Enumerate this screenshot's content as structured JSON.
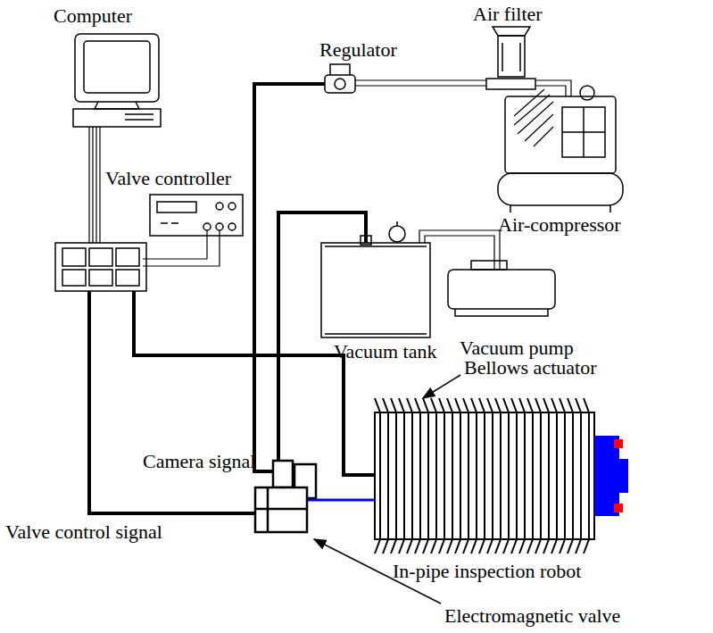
{
  "diagram": {
    "labels": [
      "Computer",
      "Air filter",
      "Regulator",
      "Valve controller",
      "Air-compressor",
      "Vacuum tank",
      "Vacuum pump",
      "Bellows actuator",
      "Camera signal",
      "Valve control signal",
      "In-pipe inspection robot",
      "Electromagnetic valve"
    ]
  }
}
